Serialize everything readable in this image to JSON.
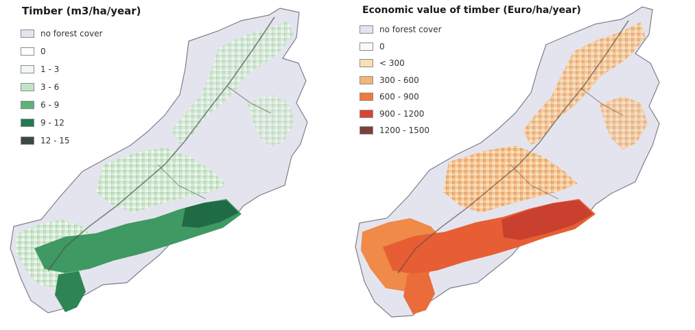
{
  "maps": [
    {
      "title": "Timber (m3/ha/year)",
      "legend": [
        {
          "label": "no forest cover",
          "color": "#e4e4ee"
        },
        {
          "label": "0",
          "color": "#ffffff"
        },
        {
          "label": "1 - 3",
          "color": "#f1f8f1"
        },
        {
          "label": "3 - 6",
          "color": "#c4e5c4"
        },
        {
          "label": "6 - 9",
          "color": "#5cb474"
        },
        {
          "label": "9 - 12",
          "color": "#237a4f"
        },
        {
          "label": "12 - 15",
          "color": "#3a4a40"
        }
      ]
    },
    {
      "title": "Economic value of timber (Euro/ha/year)",
      "legend": [
        {
          "label": "no forest cover",
          "color": "#e4e4ee"
        },
        {
          "label": "0",
          "color": "#fbfaf7"
        },
        {
          "label": "< 300",
          "color": "#fbe0b0"
        },
        {
          "label": "300 - 600",
          "color": "#f6b572"
        },
        {
          "label": "600 - 900",
          "color": "#f07a38"
        },
        {
          "label": "900 - 1200",
          "color": "#dc4432"
        },
        {
          "label": "1200 - 1500",
          "color": "#7c3f3a"
        }
      ]
    }
  ]
}
